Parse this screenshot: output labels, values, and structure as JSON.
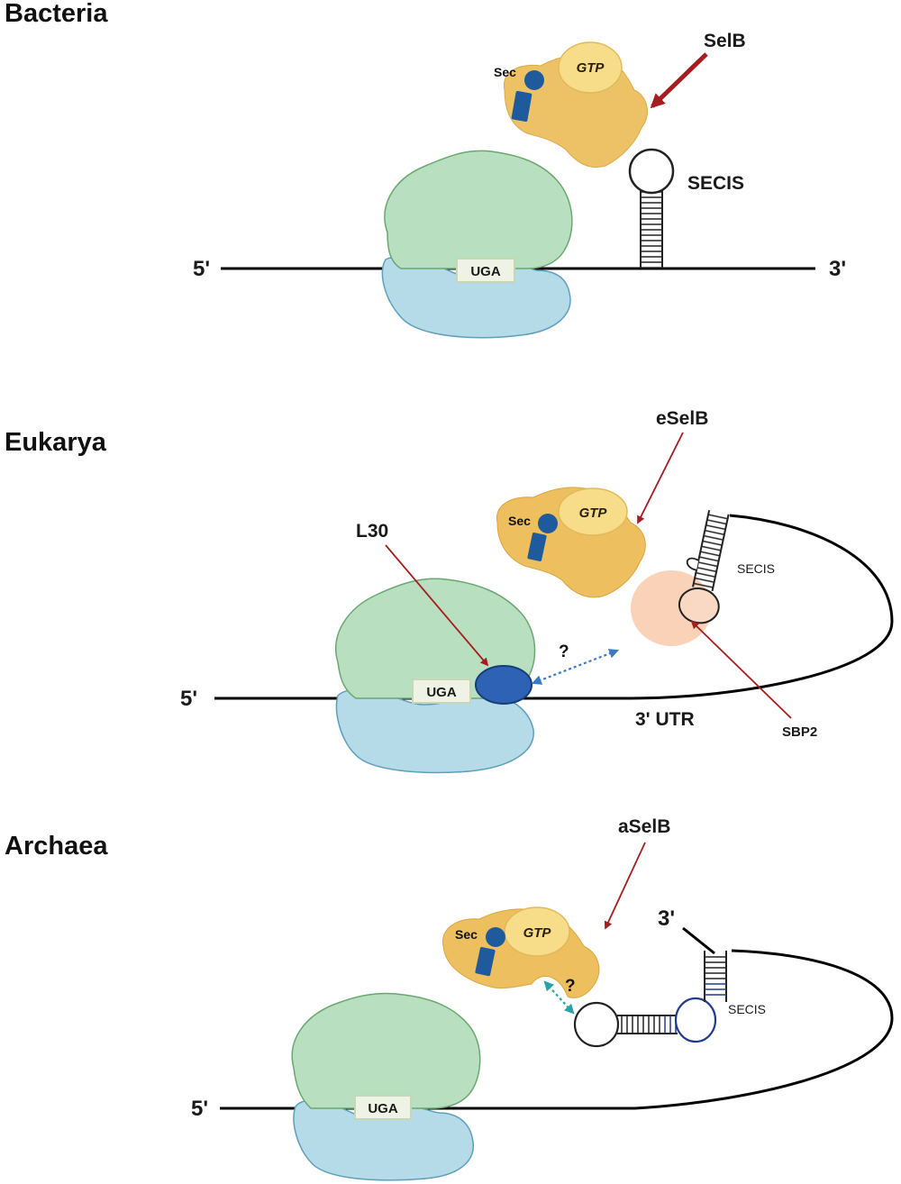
{
  "panels": {
    "bacteria": {
      "title": "Bacteria",
      "five_prime": "5'",
      "three_prime": "3'",
      "codon": "UGA",
      "factor_label": "SelB",
      "gtp_label": "GTP",
      "sec_label": "Sec",
      "secis_label": "SECIS"
    },
    "eukarya": {
      "title": "Eukarya",
      "five_prime": "5'",
      "codon": "UGA",
      "factor_label": "eSelB",
      "gtp_label": "GTP",
      "sec_label": "Sec",
      "secis_label": "SECIS",
      "l30_label": "L30",
      "question": "?",
      "utr_label": "3' UTR",
      "sbp2_label": "SBP2"
    },
    "archaea": {
      "title": "Archaea",
      "five_prime": "5'",
      "three_prime": "3'",
      "codon": "UGA",
      "factor_label": "aSelB",
      "gtp_label": "GTP",
      "sec_label": "Sec",
      "secis_label": "SECIS",
      "question": "?"
    }
  },
  "colors": {
    "large_subunit": "#b8dfc0",
    "large_subunit_edge": "#6aa86f",
    "small_subunit": "#b5dbe8",
    "small_subunit_edge": "#5e9fbc",
    "elongation_factor": "#edbf5e",
    "gtp_bubble": "#f7dd8a",
    "trna": "#1f5a9c",
    "red_arrow": "#a51d1d",
    "blue_dotted": "#3b7ac6",
    "teal_dotted": "#2aa3a8",
    "sbp2_halo": "#f9cdb0",
    "l30": "#2e62b5",
    "mrna": "#000000"
  }
}
